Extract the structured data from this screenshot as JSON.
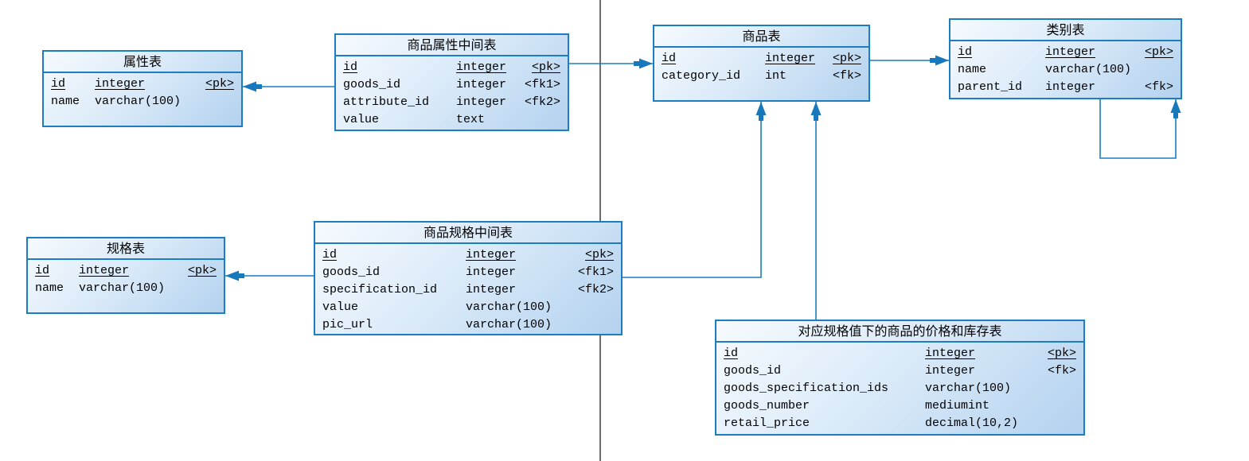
{
  "diagram": {
    "accent_color": "#1c7dc0",
    "divider_color": "#3c3c3c",
    "tables": [
      {
        "id": "attribute",
        "title": "属性表",
        "rows": [
          {
            "name": "id",
            "type": "integer",
            "key": "<pk>"
          },
          {
            "name": "name",
            "type": "varchar(100)",
            "key": ""
          }
        ]
      },
      {
        "id": "goods_attribute",
        "title": "商品属性中间表",
        "rows": [
          {
            "name": "id",
            "type": "integer",
            "key": "<pk>"
          },
          {
            "name": "goods_id",
            "type": "integer",
            "key": "<fk1>"
          },
          {
            "name": "attribute_id",
            "type": "integer",
            "key": "<fk2>"
          },
          {
            "name": "value",
            "type": "text",
            "key": ""
          }
        ]
      },
      {
        "id": "goods",
        "title": "商品表",
        "rows": [
          {
            "name": "id",
            "type": "integer",
            "key": "<pk>"
          },
          {
            "name": "category_id",
            "type": "int",
            "key": "<fk>"
          }
        ]
      },
      {
        "id": "category",
        "title": "类别表",
        "rows": [
          {
            "name": "id",
            "type": "integer",
            "key": "<pk>"
          },
          {
            "name": "name",
            "type": "varchar(100)",
            "key": ""
          },
          {
            "name": "parent_id",
            "type": "integer",
            "key": "<fk>"
          }
        ]
      },
      {
        "id": "specification",
        "title": "规格表",
        "rows": [
          {
            "name": "id",
            "type": "integer",
            "key": "<pk>"
          },
          {
            "name": "name",
            "type": "varchar(100)",
            "key": ""
          }
        ]
      },
      {
        "id": "goods_specification",
        "title": "商品规格中间表",
        "rows": [
          {
            "name": "id",
            "type": "integer",
            "key": "<pk>"
          },
          {
            "name": "goods_id",
            "type": "integer",
            "key": "<fk1>"
          },
          {
            "name": "specification_id",
            "type": "integer",
            "key": "<fk2>"
          },
          {
            "name": "value",
            "type": "varchar(100)",
            "key": ""
          },
          {
            "name": "pic_url",
            "type": "varchar(100)",
            "key": ""
          }
        ]
      },
      {
        "id": "goods_price_stock",
        "title": "对应规格值下的商品的价格和库存表",
        "rows": [
          {
            "name": "id",
            "type": "integer",
            "key": "<pk>"
          },
          {
            "name": "goods_id",
            "type": "integer",
            "key": "<fk>"
          },
          {
            "name": "goods_specification_ids",
            "type": "varchar(100)",
            "key": ""
          },
          {
            "name": "goods_number",
            "type": "mediumint",
            "key": ""
          },
          {
            "name": "retail_price",
            "type": "decimal(10,2)",
            "key": ""
          }
        ]
      }
    ],
    "relations": [
      {
        "from": "商品属性中间表",
        "to": "属性表"
      },
      {
        "from": "商品属性中间表",
        "to": "商品表"
      },
      {
        "from": "商品表",
        "to": "类别表"
      },
      {
        "from": "类别表",
        "to": "类别表"
      },
      {
        "from": "商品规格中间表",
        "to": "规格表"
      },
      {
        "from": "商品规格中间表",
        "to": "商品表"
      },
      {
        "from": "对应规格值下的商品的价格和库存表",
        "to": "商品表"
      }
    ]
  }
}
